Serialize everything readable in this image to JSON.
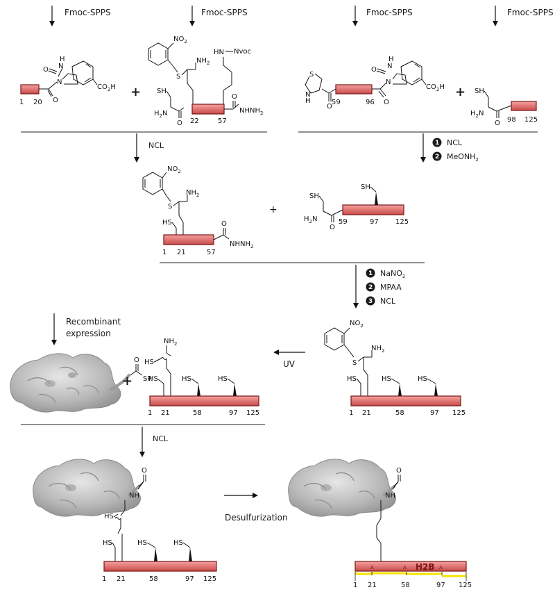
{
  "spps_label": "Fmoc-SPPS",
  "recombinant_label_1": "Recombinant",
  "recombinant_label_2": "expression",
  "steps": {
    "ncl": "NCL",
    "meonh2": "MeONH",
    "meonh2_sub": "2",
    "nano2": "NaNO",
    "nano2_sub": "2",
    "mpaa": "MPAA",
    "uv": "UV",
    "desulfurization": "Desulfurization"
  },
  "step_numbers": [
    "1",
    "2",
    "3"
  ],
  "chem": {
    "no2": "NO",
    "no2_sub": "2",
    "nh2": "NH",
    "nh2_sub": "2",
    "nvoc": "Nvoc",
    "hn": "HN",
    "h": "H",
    "co2h": "CO",
    "co2h_sub": "2",
    "co2h_end": "H",
    "o": "O",
    "n": "N",
    "s": "S",
    "sh": "SH",
    "hs": "HS",
    "h2n": "H",
    "h2n_sub": "2",
    "h2n_end": "N",
    "nhnh2": "NHNH",
    "nhnh2_sub": "2",
    "sr": "SR",
    "nh": "NH",
    "plus": "+",
    "ala": "A"
  },
  "residue_numbers": [
    "1",
    "20",
    "22",
    "57",
    "59",
    "96",
    "98",
    "125",
    "21",
    "97",
    "58"
  ],
  "protein_name": "H2B",
  "colors": {
    "bar_fill": "#e37a78",
    "bar_stroke": "#7a1616",
    "yellow_mark": "#f5e300",
    "protein_blob": "#bcbcbc"
  }
}
